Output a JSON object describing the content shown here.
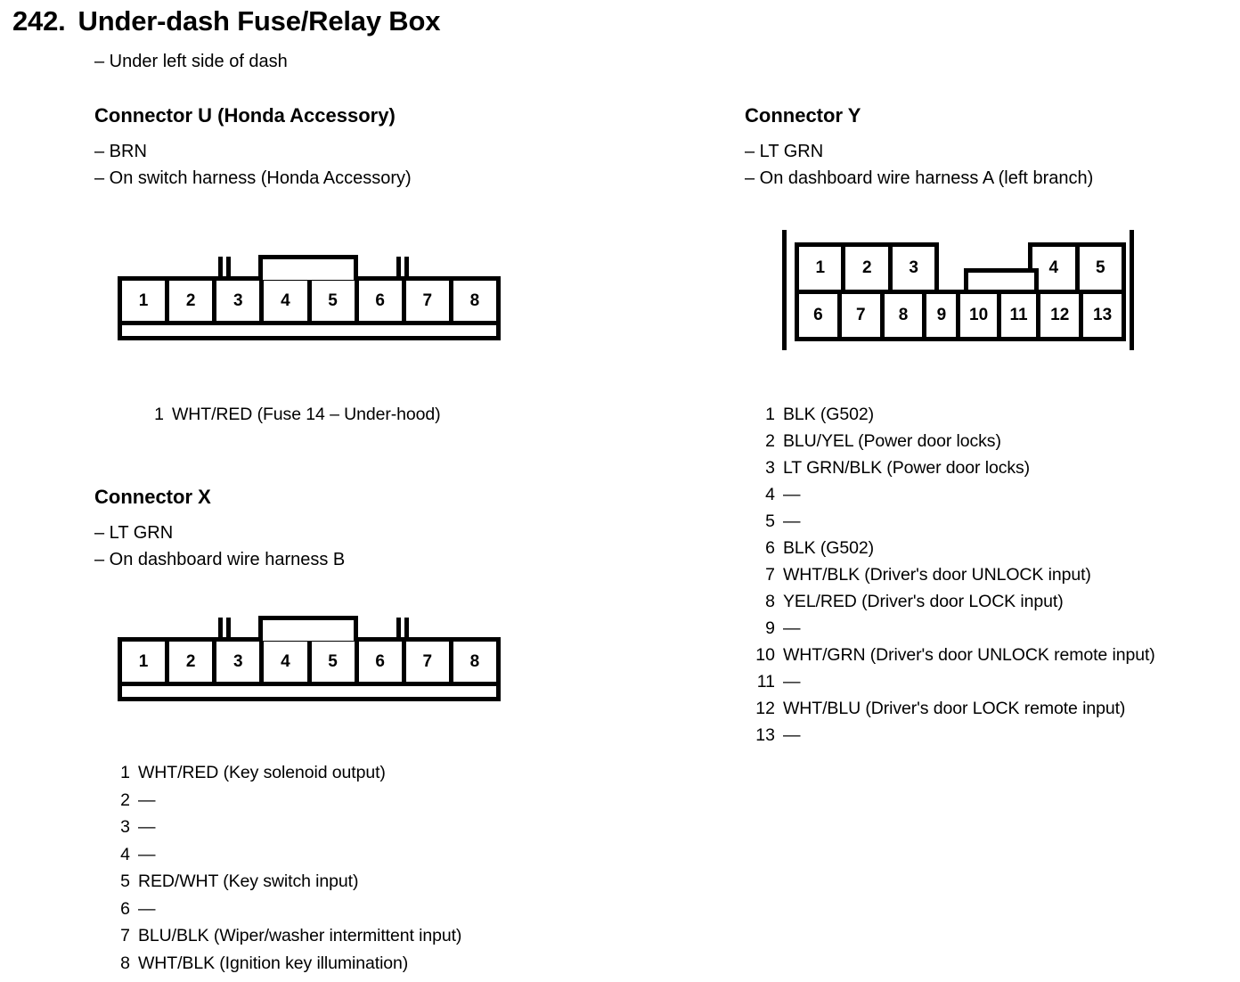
{
  "page": {
    "number": "242.",
    "title": "Under-dash Fuse/Relay Box",
    "location": "– Under left side of dash"
  },
  "connectors": [
    {
      "id": "u",
      "heading": "Connector U (Honda Accessory)",
      "color_note": "– BRN",
      "harness_note": "– On switch harness (Honda Accessory)",
      "diagram": {
        "type": "single-row",
        "pin_labels": [
          "1",
          "2",
          "3",
          "4",
          "5",
          "6",
          "7",
          "8"
        ]
      },
      "pins": [
        {
          "no": "1",
          "desc": "WHT/RED (Fuse 14 – Under-hood)"
        }
      ]
    },
    {
      "id": "x",
      "heading": "Connector X",
      "color_note": "– LT GRN",
      "harness_note": "– On dashboard wire harness B",
      "diagram": {
        "type": "single-row",
        "pin_labels": [
          "1",
          "2",
          "3",
          "4",
          "5",
          "6",
          "7",
          "8"
        ]
      },
      "pins": [
        {
          "no": "1",
          "desc": "WHT/RED (Key solenoid output)"
        },
        {
          "no": "2",
          "desc": "—"
        },
        {
          "no": "3",
          "desc": "—"
        },
        {
          "no": "4",
          "desc": "—"
        },
        {
          "no": "5",
          "desc": "RED/WHT (Key switch input)"
        },
        {
          "no": "6",
          "desc": "—"
        },
        {
          "no": "7",
          "desc": "BLU/BLK (Wiper/washer intermittent input)"
        },
        {
          "no": "8",
          "desc": "WHT/BLK (Ignition key illumination)"
        }
      ]
    },
    {
      "id": "y",
      "heading": "Connector Y",
      "color_note": "– LT GRN",
      "harness_note": "– On dashboard wire harness A (left branch)",
      "diagram": {
        "type": "two-row",
        "top_row": [
          "1",
          "2",
          "3",
          "",
          "4",
          "5"
        ],
        "bottom_row": [
          "6",
          "7",
          "8",
          "9",
          "10",
          "11",
          "12",
          "13"
        ]
      },
      "pins": [
        {
          "no": "1",
          "desc": "BLK (G502)"
        },
        {
          "no": "2",
          "desc": "BLU/YEL (Power door locks)"
        },
        {
          "no": "3",
          "desc": "LT GRN/BLK (Power door locks)"
        },
        {
          "no": "4",
          "desc": "—"
        },
        {
          "no": "5",
          "desc": "—"
        },
        {
          "no": "6",
          "desc": "BLK (G502)"
        },
        {
          "no": "7",
          "desc": "WHT/BLK (Driver's door UNLOCK input)"
        },
        {
          "no": "8",
          "desc": "YEL/RED (Driver's door LOCK input)"
        },
        {
          "no": "9",
          "desc": "—"
        },
        {
          "no": "10",
          "desc": "WHT/GRN (Driver's door UNLOCK remote input)"
        },
        {
          "no": "11",
          "desc": "—"
        },
        {
          "no": "12",
          "desc": "WHT/BLU (Driver's door LOCK remote input)"
        },
        {
          "no": "13",
          "desc": "—"
        }
      ]
    }
  ],
  "colors": {
    "ink": "#000000",
    "paper": "#ffffff"
  }
}
